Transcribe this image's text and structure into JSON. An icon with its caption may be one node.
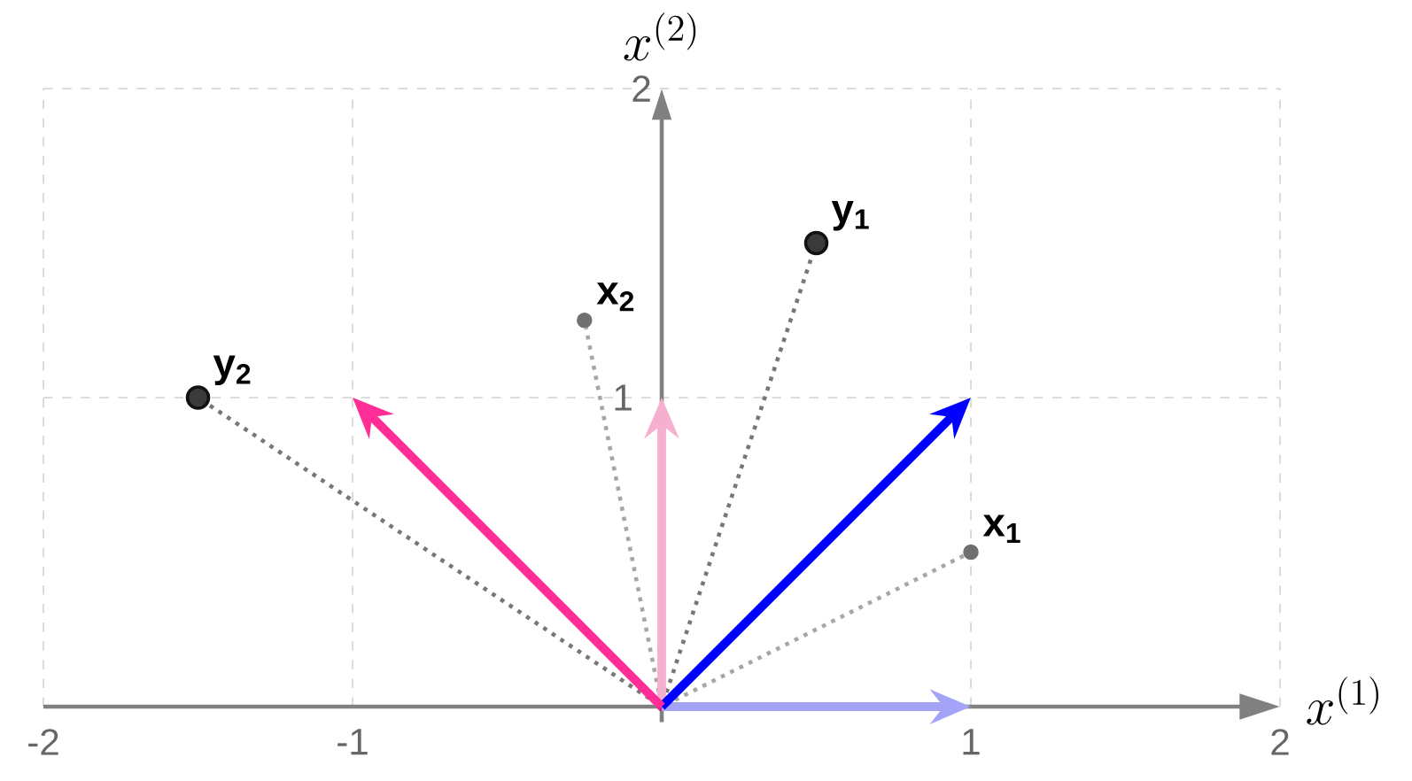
{
  "diagram": {
    "nodes": [
      {
        "text": [],
        "shape": "circle"
      },
      {
        "text": [],
        "shape": "circle",
        "beside": [
          "\\mathbf{x_1}"
        ]
      },
      {
        "text": [],
        "shape": "circle",
        "beside": [
          "\\mathbf{x_2}"
        ]
      },
      {
        "text": [],
        "shape": "circle",
        "beside": [
          "\\mathbf{y_1}"
        ]
      },
      {
        "text": [],
        "shape": "circle",
        "beside": [
          "\\mathbf{y_2}"
        ]
      }
    ],
    "edges": [
      {
        "from": 0,
        "to": 1,
        "arrow": "none",
        "style": "dashed",
        "color": "#a6a6a6"
      },
      {
        "from": 0,
        "to": 2,
        "arrow": "none",
        "style": "dashed",
        "color": "#a6a6a6"
      },
      {
        "from": 0,
        "to": 3,
        "arrow": "none",
        "style": "dashed",
        "color": "#777777"
      },
      {
        "from": 0,
        "to": 4,
        "arrow": "none",
        "style": "dashed",
        "color": "#777777"
      },
      {
        "from": 0,
        "to": null,
        "arrow": "to",
        "style": "thick",
        "color": "#a3a3f7"
      },
      {
        "from": 0,
        "to": null,
        "arrow": "to",
        "style": "thick",
        "color": "#f6b0cf"
      },
      {
        "from": 0,
        "to": null,
        "arrow": "to",
        "style": "thick",
        "color": "#0000ff"
      },
      {
        "from": 0,
        "to": null,
        "arrow": "to",
        "style": "thick",
        "color": "#ff2d95"
      }
    ],
    "labels": [
      "-2",
      "-1",
      "1",
      "2",
      "1",
      "2",
      "x^{(1)}",
      "x^{(2)}"
    ]
  }
}
